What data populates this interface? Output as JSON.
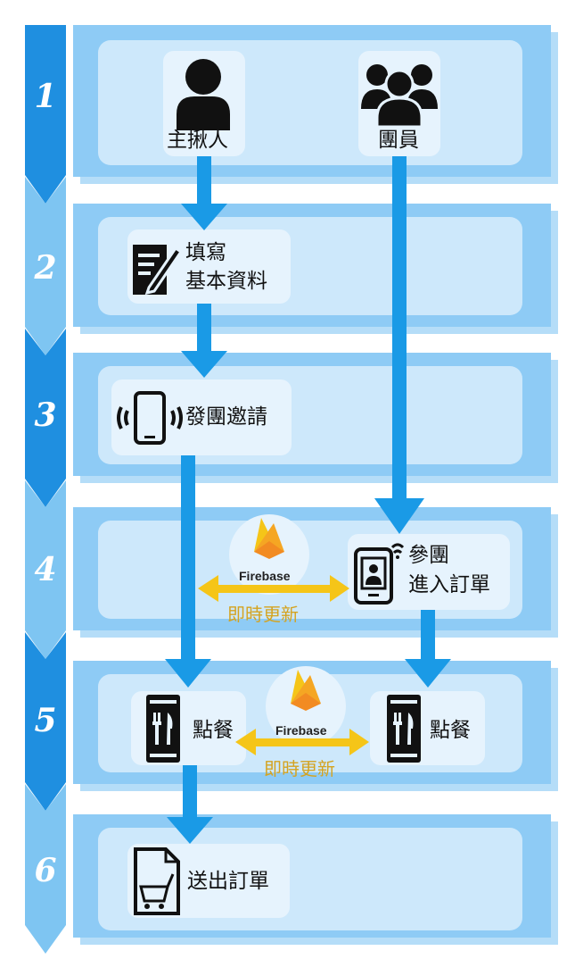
{
  "steps": [
    "1",
    "2",
    "3",
    "4",
    "5",
    "6"
  ],
  "actors": {
    "host": "主揪人",
    "member": "團員"
  },
  "actions": {
    "fill_line1": "填寫",
    "fill_line2": "基本資料",
    "invite": "發團邀請",
    "join_line1": "參團",
    "join_line2": "進入訂單",
    "order_host": "點餐",
    "order_member": "點餐",
    "submit": "送出訂單"
  },
  "sync": [
    {
      "service": "Firebase",
      "label": "即時更新"
    },
    {
      "service": "Firebase",
      "label": "即時更新"
    }
  ],
  "colors": {
    "chevron_dark": "#1f8fe0",
    "chevron_light": "#7ec5f2",
    "band": "#8ecbf5",
    "panel": "#cde8fb",
    "arrow": "#1a9ae6",
    "sync_arrow": "#f5c518",
    "firebase_orange": "#f5a623"
  }
}
